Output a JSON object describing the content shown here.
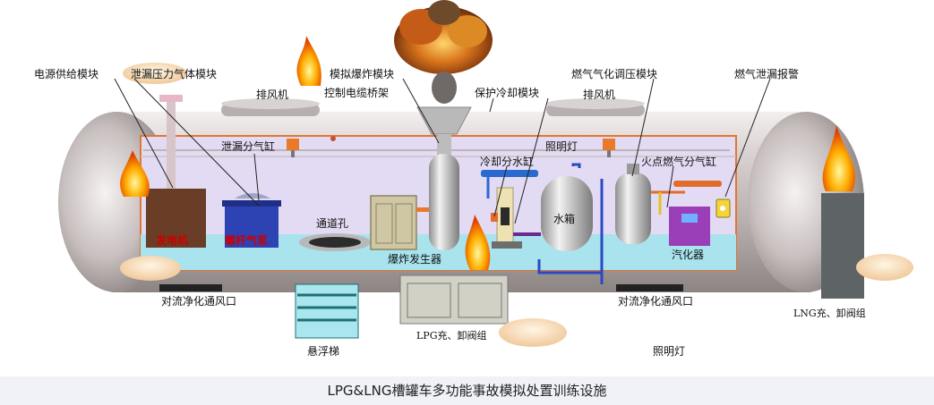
{
  "title": "LPG&LNG槽罐车多功能事故模拟处置训练设施",
  "labels": {
    "power_module": "电源供给模块",
    "leak_module": "泄漏压力气体模块",
    "exhaust_fan_left": "排风机",
    "cable_tray": "控制电缆桥架",
    "explosion_module": "模拟爆炸模块",
    "cooling_module": "保护冷却模块",
    "gas_regulator_module": "燃气气化调压模块",
    "exhaust_fan_right": "排风机",
    "gas_alarm": "燃气泄漏报警",
    "leak_manifold": "泄漏分气缸",
    "lighting_top": "照明灯",
    "cooling_manifold": "冷却分水缸",
    "ignition_manifold": "火点燃气分气缸",
    "generator": "发电机",
    "leak_pump": "螺杆气泵",
    "passage_hole": "通道孔",
    "explosion_generator": "爆炸发生器",
    "water_tank": "水箱",
    "vaporizer": "汽化器",
    "vent_left": "对流净化通风口",
    "vent_right": "对流净化通风口",
    "lpg_valves": "LPG充、卸阀组",
    "lng_valves": "LNG充、卸阀组",
    "ladder": "悬浮梯",
    "lighting_bottom": "照明灯"
  },
  "colors": {
    "tank_body": "#cfc8c8",
    "interior": "#e4dcf3",
    "floor": "#a8e3ee",
    "cabinet": "#cfc6a4",
    "generator": "#6a3d26",
    "pump": "#2d43b3",
    "vaporizer": "#9b3fb8",
    "pipe_blue": "#2a49c4",
    "pipe_orange": "#e26d2b",
    "ladder": "#a9e6ef"
  }
}
